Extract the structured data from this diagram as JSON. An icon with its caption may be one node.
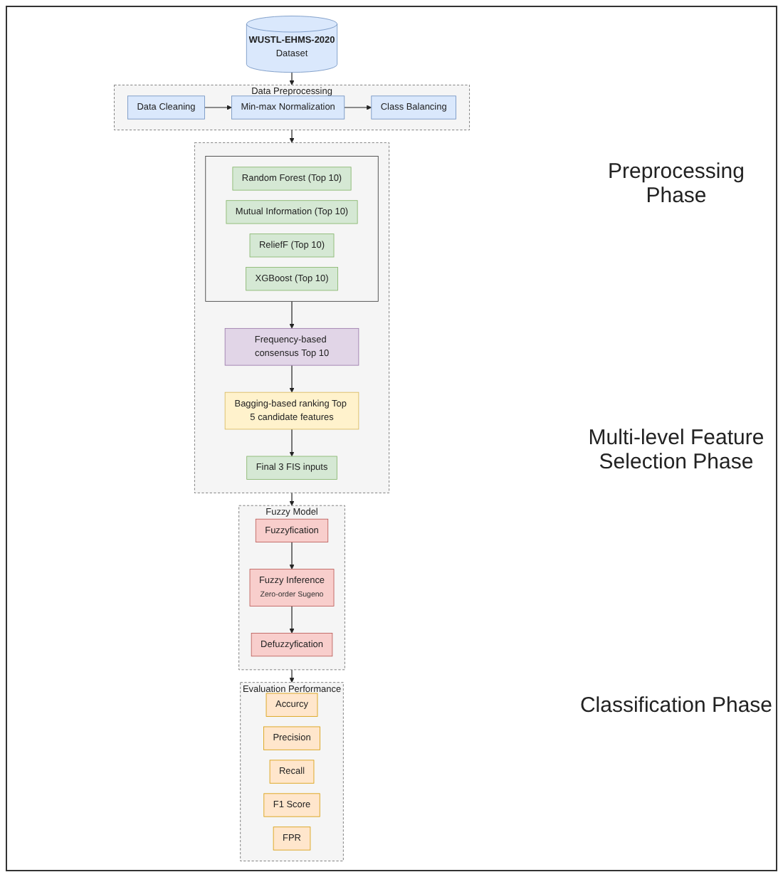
{
  "diagram": {
    "nodes": [
      {
        "text": [
          "WUSTL-EHMS-2020",
          "Dataset"
        ]
      },
      {
        "text": [
          "Data Preprocessing"
        ]
      },
      {
        "text": [
          "Data Cleaning"
        ],
        "in": 1
      },
      {
        "text": [
          "Min-max Normalization"
        ],
        "in": 1
      },
      {
        "text": [
          "Class Balancing"
        ],
        "in": 1
      },
      {
        "text": [],
        "shape": "box"
      },
      {
        "text": [],
        "shape": "box",
        "in": 5
      },
      {
        "text": [
          "Random Forest (Top 10)"
        ],
        "in": 6
      },
      {
        "text": [
          "Mutual Information (Top 10)"
        ],
        "in": 6
      },
      {
        "text": [
          "ReliefF (Top 10)"
        ],
        "in": 6
      },
      {
        "text": [
          "XGBoost (Top 10)"
        ],
        "in": 6
      },
      {
        "text": [
          "Frequency-based consensus Top 10"
        ],
        "in": 5
      },
      {
        "text": [
          "Bagging-based ranking Top 5 candidate features"
        ],
        "in": 5
      },
      {
        "text": [
          "Final 3 FIS inputs"
        ],
        "in": 5
      },
      {
        "text": [
          "Fuzzy Model"
        ]
      },
      {
        "text": [
          "Fuzzyfication"
        ],
        "in": 14
      },
      {
        "text": [
          "Fuzzy Inference",
          "Zero-order Sugeno"
        ],
        "in": 14
      },
      {
        "text": [
          "Defuzzyfication"
        ],
        "in": 14
      },
      {
        "text": [
          "Evaluation Performance"
        ]
      },
      {
        "text": [
          "Accurcy"
        ],
        "in": 18
      },
      {
        "text": [
          "Precision"
        ],
        "in": 18
      },
      {
        "text": [
          "Recall"
        ],
        "in": 18
      },
      {
        "text": [
          "F1 Score"
        ],
        "in": 18
      },
      {
        "text": [
          "FPR"
        ],
        "in": 18
      }
    ],
    "edges": [
      {
        "from": 0,
        "to": 1,
        "arrow": "to"
      },
      {
        "from": 2,
        "to": 3,
        "arrow": "to"
      },
      {
        "from": 3,
        "to": 4,
        "arrow": "to"
      },
      {
        "from": 1,
        "to": 5,
        "arrow": "to"
      },
      {
        "from": 6,
        "to": 11,
        "arrow": "to"
      },
      {
        "from": 11,
        "to": 12,
        "arrow": "to"
      },
      {
        "from": 12,
        "to": 13,
        "arrow": "to"
      },
      {
        "from": 5,
        "to": 14,
        "arrow": "to"
      },
      {
        "from": 15,
        "to": 16,
        "arrow": "to"
      },
      {
        "from": 16,
        "to": 17,
        "arrow": "to"
      },
      {
        "from": 14,
        "to": 18,
        "arrow": "to"
      }
    ],
    "labels": [
      "Preprocessing Phase",
      "Multi-level Feature Selection Phase",
      "Classification Phase"
    ]
  }
}
